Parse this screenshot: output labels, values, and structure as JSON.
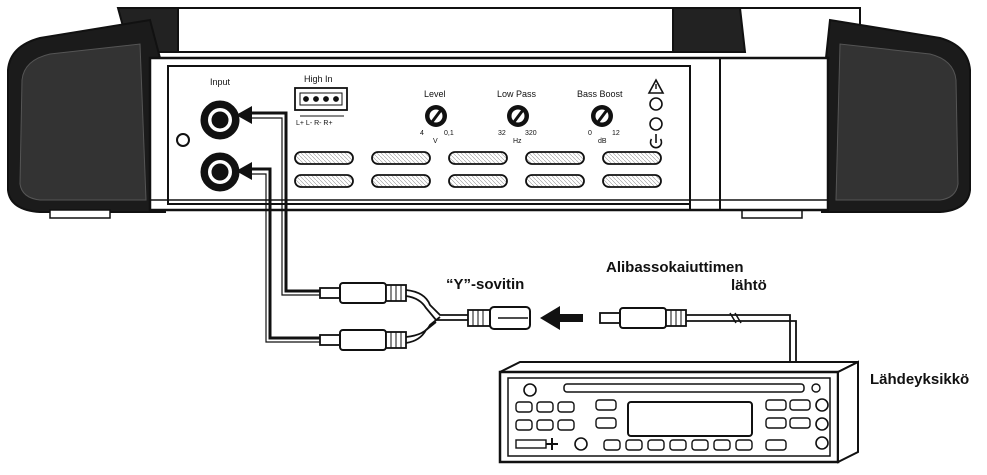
{
  "amp": {
    "input_label": "Input",
    "high_in_label": "High In",
    "high_in_pins": "L+ L- R- R+",
    "level": {
      "label": "Level",
      "min": "4",
      "max": "0,1",
      "unit": "V"
    },
    "low_pass": {
      "label": "Low Pass",
      "min": "32",
      "max": "320",
      "unit": "Hz"
    },
    "bass_boost": {
      "label": "Bass Boost",
      "min": "0",
      "max": "12",
      "unit": "dB"
    }
  },
  "labels": {
    "y_adapter": "“Y”-sovitin",
    "sub_out_line1": "Alibassokaiuttimen",
    "sub_out_line2": "lähtö",
    "source_unit": "Lähdeyksikkö"
  },
  "icons": [
    "warning-icon",
    "power-icon",
    "arrow-left-icon"
  ]
}
